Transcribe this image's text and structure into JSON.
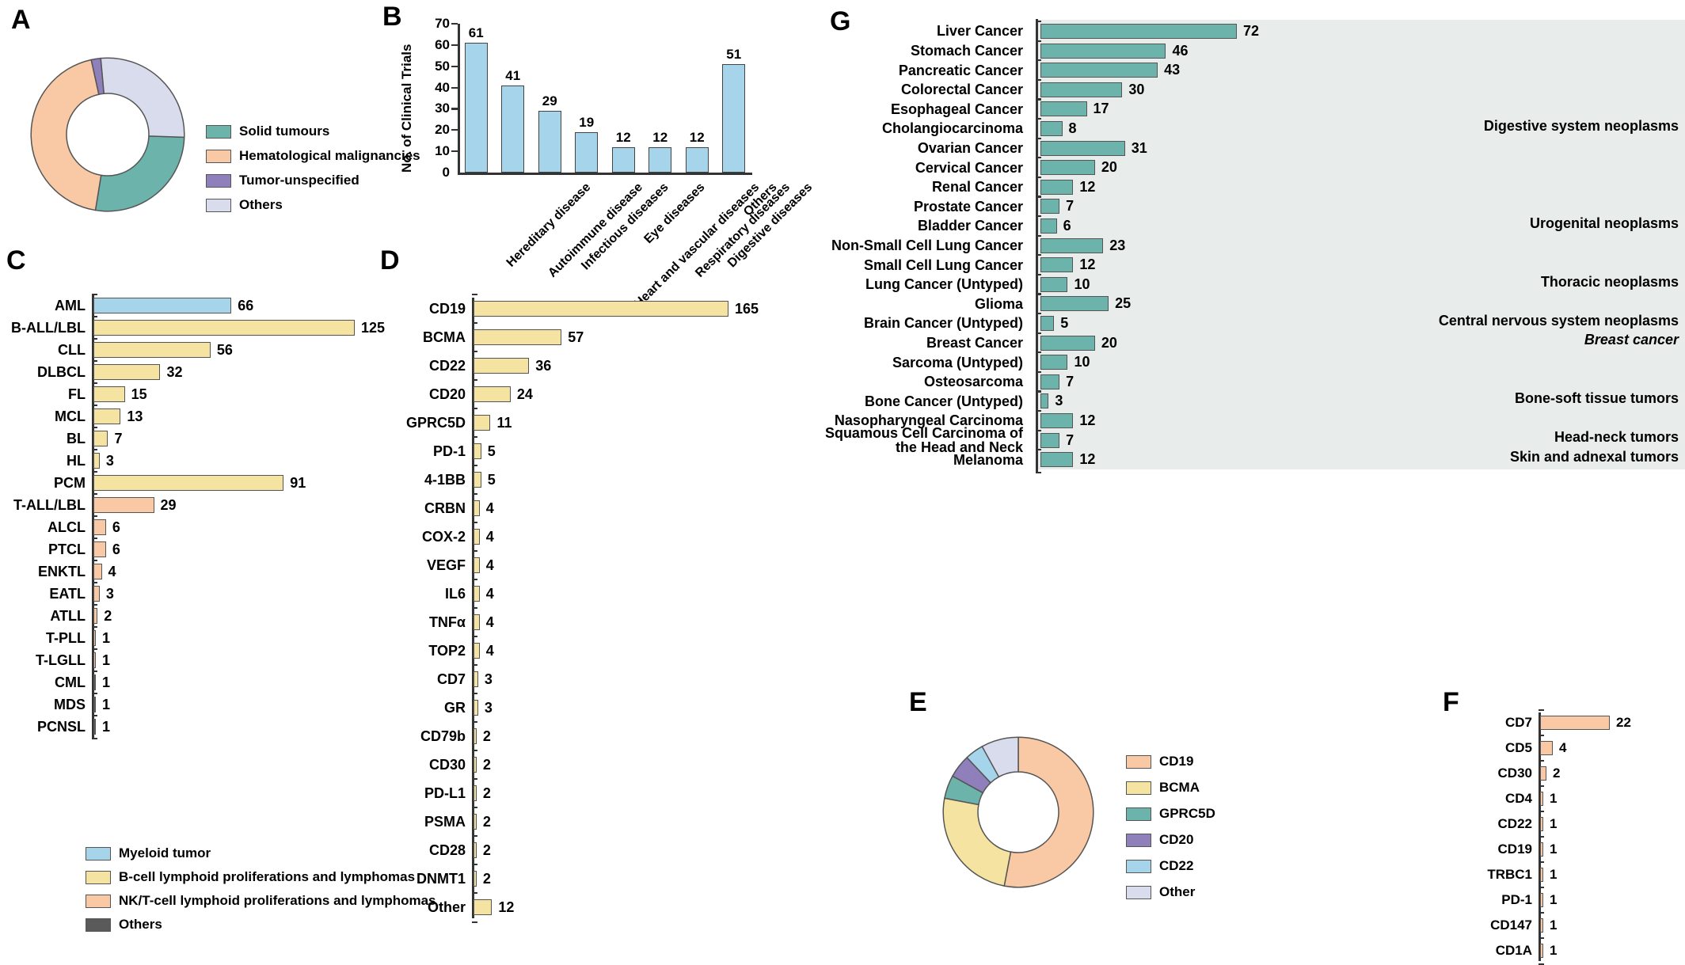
{
  "panels": {
    "A": {
      "letter": "A"
    },
    "B": {
      "letter": "B"
    },
    "C": {
      "letter": "C"
    },
    "D": {
      "letter": "D"
    },
    "E": {
      "letter": "E"
    },
    "F": {
      "letter": "F"
    },
    "G": {
      "letter": "G"
    }
  },
  "colors": {
    "teal": "#6bb3ab",
    "peach": "#f8c9a4",
    "purple": "#8f7fba",
    "lavender": "#d9dcec",
    "blue": "#a6d4ea",
    "yellow": "#f4e3a1",
    "gray": "#5a5a5a",
    "band": "#e8edec",
    "outline": "#555555"
  },
  "chart_data": [
    {
      "panel": "A",
      "type": "pie",
      "title": "",
      "legend_position": "right",
      "labels": [
        "Solid tumours",
        "Hematological malignancies",
        "Tumor-unspecified",
        "Others"
      ],
      "values": [
        27,
        44,
        2,
        27
      ],
      "colors": [
        "#6bb3ab",
        "#f8c9a4",
        "#8f7fba",
        "#d9dcec"
      ]
    },
    {
      "panel": "B",
      "type": "bar",
      "title": "",
      "xlabel": "",
      "ylabel": "No. of Clinical Trials",
      "ylim": [
        0,
        70
      ],
      "yticks": [
        0,
        10,
        20,
        30,
        40,
        50,
        60,
        70
      ],
      "grid": false,
      "categories": [
        "Hereditary disease",
        "Autoimmune disease",
        "Infectious diseases",
        "Heart and vascular diseases",
        "Eye diseases",
        "Respiratory diseases",
        "Digestive diseases",
        "Others"
      ],
      "values": [
        61,
        41,
        29,
        19,
        12,
        12,
        12,
        51
      ],
      "color": "#a6d4ea"
    },
    {
      "panel": "C",
      "type": "bar",
      "orientation": "horizontal",
      "title": "",
      "xlabel": "",
      "ylabel": "",
      "xlim": [
        0,
        125
      ],
      "categories": [
        "AML",
        "B-ALL/LBL",
        "CLL",
        "DLBCL",
        "FL",
        "MCL",
        "BL",
        "HL",
        "PCM",
        "T-ALL/LBL",
        "ALCL",
        "PTCL",
        "ENKTL",
        "EATL",
        "ATLL",
        "T-PLL",
        "T-LGLL",
        "CML",
        "MDS",
        "PCNSL"
      ],
      "values": [
        66,
        125,
        56,
        32,
        15,
        13,
        7,
        3,
        91,
        29,
        6,
        6,
        4,
        3,
        2,
        1,
        1,
        1,
        1,
        1
      ],
      "groups": [
        "myeloid",
        "bcell",
        "bcell",
        "bcell",
        "bcell",
        "bcell",
        "bcell",
        "bcell",
        "bcell",
        "nkt",
        "nkt",
        "nkt",
        "nkt",
        "nkt",
        "nkt",
        "nkt",
        "nkt",
        "others",
        "others",
        "others"
      ],
      "legend": [
        {
          "key": "myeloid",
          "label": "Myeloid tumor",
          "color": "#a6d4ea"
        },
        {
          "key": "bcell",
          "label": "B-cell lymphoid proliferations and lymphomas",
          "color": "#f4e3a1"
        },
        {
          "key": "nkt",
          "label": "NK/T-cell lymphoid proliferations and lymphomas",
          "color": "#f8c9a4"
        },
        {
          "key": "others",
          "label": "Others",
          "color": "#5a5a5a"
        }
      ]
    },
    {
      "panel": "D",
      "type": "bar",
      "orientation": "horizontal",
      "title": "",
      "xlim": [
        0,
        165
      ],
      "categories": [
        "CD19",
        "BCMA",
        "CD22",
        "CD20",
        "GPRC5D",
        "PD-1",
        "4-1BB",
        "CRBN",
        "COX-2",
        "VEGF",
        "IL6",
        "TNFα",
        "TOP2",
        "CD7",
        "GR",
        "CD79b",
        "CD30",
        "PD-L1",
        "PSMA",
        "CD28",
        "DNMT1",
        "Other"
      ],
      "values": [
        165,
        57,
        36,
        24,
        11,
        5,
        5,
        4,
        4,
        4,
        4,
        4,
        4,
        3,
        3,
        2,
        2,
        2,
        2,
        2,
        2,
        12
      ],
      "color": "#f4e3a1"
    },
    {
      "panel": "E",
      "type": "pie",
      "legend_position": "right",
      "labels": [
        "CD19",
        "BCMA",
        "GPRC5D",
        "CD20",
        "CD22",
        "Other"
      ],
      "values": [
        53,
        25,
        5,
        5,
        4,
        8
      ],
      "colors": [
        "#f8c9a4",
        "#f4e3a1",
        "#6bb3ab",
        "#8f7fba",
        "#a6d4ea",
        "#d9dcec"
      ]
    },
    {
      "panel": "F",
      "type": "bar",
      "orientation": "horizontal",
      "xlim": [
        0,
        22
      ],
      "categories": [
        "CD7",
        "CD5",
        "CD30",
        "CD4",
        "CD22",
        "CD19",
        "TRBC1",
        "PD-1",
        "CD147",
        "CD1A"
      ],
      "values": [
        22,
        4,
        2,
        1,
        1,
        1,
        1,
        1,
        1,
        1
      ],
      "color": "#f8c9a4"
    },
    {
      "panel": "G",
      "type": "bar",
      "orientation": "horizontal",
      "xlim": [
        0,
        72
      ],
      "color": "#6bb3ab",
      "categories": [
        "Liver Cancer",
        "Stomach Cancer",
        "Pancreatic Cancer",
        "Colorectal Cancer",
        "Esophageal Cancer",
        "Cholangiocarcinoma",
        "Ovarian Cancer",
        "Cervical Cancer",
        "Renal Cancer",
        "Prostate Cancer",
        "Bladder Cancer",
        "Non-Small Cell Lung Cancer",
        "Small Cell Lung Cancer",
        "Lung Cancer (Untyped)",
        "Glioma",
        "Brain Cancer (Untyped)",
        "Breast Cancer",
        "Sarcoma (Untyped)",
        "Osteosarcoma",
        "Bone Cancer (Untyped)",
        "Nasopharyngeal Carcinoma",
        "Squamous Cell Carcinoma of\nthe Head and Neck",
        "Melanoma"
      ],
      "values": [
        72,
        46,
        43,
        30,
        17,
        8,
        31,
        20,
        12,
        7,
        6,
        23,
        12,
        10,
        25,
        5,
        20,
        10,
        7,
        3,
        12,
        7,
        12
      ],
      "groups": [
        {
          "label": "Digestive system neoplasms",
          "start": 0,
          "count": 6,
          "italic": false
        },
        {
          "label": "Urogenital neoplasms",
          "start": 6,
          "count": 5,
          "italic": false
        },
        {
          "label": "Thoracic neoplasms",
          "start": 11,
          "count": 3,
          "italic": false
        },
        {
          "label": "Central nervous system neoplasms",
          "start": 14,
          "count": 2,
          "italic": false
        },
        {
          "label": "Breast cancer",
          "start": 16,
          "count": 1,
          "italic": true
        },
        {
          "label": "Bone-soft tissue tumors",
          "start": 17,
          "count": 3,
          "italic": false
        },
        {
          "label": "Head-neck tumors",
          "start": 20,
          "count": 2,
          "italic": false
        },
        {
          "label": "Skin and adnexal tumors",
          "start": 22,
          "count": 1,
          "italic": false
        }
      ]
    }
  ]
}
